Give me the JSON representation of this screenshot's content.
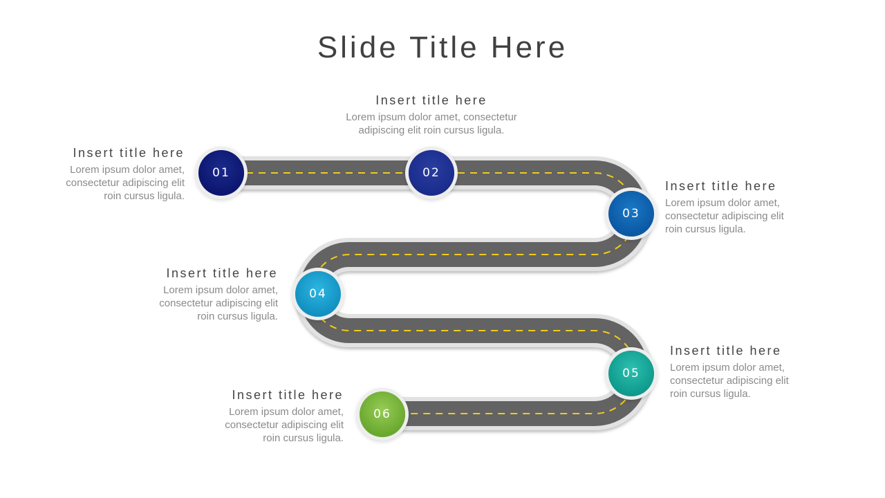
{
  "slide": {
    "title": "Slide Title Here"
  },
  "steps": [
    {
      "number": "01",
      "title": "Insert title here",
      "body": "Lorem ipsum dolor amet, consectetur adipiscing elit roin cursus ligula.",
      "color": "#0c1670"
    },
    {
      "number": "02",
      "title": "Insert title here",
      "body": "Lorem ipsum dolor amet, consectetur adipiscing elit roin cursus ligula.",
      "color": "#1a2c8c"
    },
    {
      "number": "03",
      "title": "Insert title here",
      "body": "Lorem ipsum dolor amet, consectetur adipiscing elit roin cursus ligula.",
      "color": "#0b62b0"
    },
    {
      "number": "04",
      "title": "Insert title here",
      "body": "Lorem ipsum dolor amet, consectetur adipiscing elit roin cursus ligula.",
      "color": "#169fcf"
    },
    {
      "number": "05",
      "title": "Insert title here",
      "body": "Lorem ipsum dolor amet, consectetur adipiscing elit roin cursus ligula.",
      "color": "#14a99a"
    },
    {
      "number": "06",
      "title": "Insert title here",
      "body": "Lorem ipsum dolor amet, consectetur adipiscing elit roin cursus ligula.",
      "color": "#79b83a"
    }
  ]
}
